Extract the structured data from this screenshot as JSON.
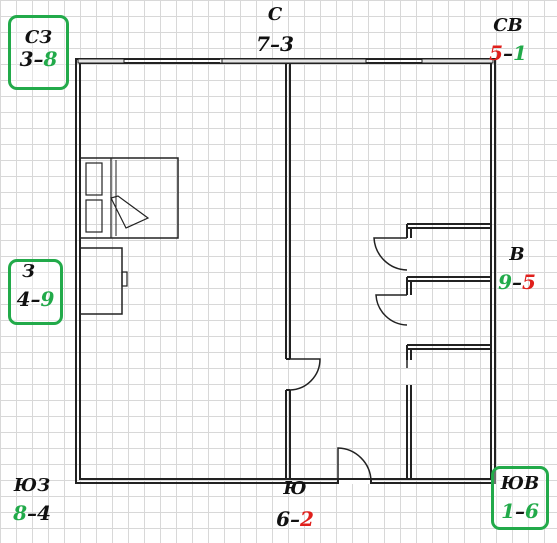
{
  "colors": {
    "black": "#111111",
    "red": "#e0201c",
    "green": "#22aa4a",
    "box": "#22aa4a"
  },
  "zones": {
    "nw": {
      "dir": "СЗ",
      "a": "3",
      "b": "8",
      "a_color": "#111111",
      "b_color": "#22aa4a",
      "sep": "–"
    },
    "n": {
      "dir": "С",
      "a": "7",
      "b": "3",
      "a_color": "#111111",
      "b_color": "#111111",
      "sep": "–"
    },
    "ne": {
      "dir": "СВ",
      "a": "5",
      "b": "1",
      "a_color": "#e0201c",
      "b_color": "#22aa4a",
      "sep": "–"
    },
    "w": {
      "dir": "З",
      "a": "4",
      "b": "9",
      "a_color": "#111111",
      "b_color": "#22aa4a",
      "sep": "–"
    },
    "e": {
      "dir": "В",
      "a": "9",
      "b": "5",
      "a_color": "#22aa4a",
      "b_color": "#e0201c",
      "sep": "–"
    },
    "sw": {
      "dir": "ЮЗ",
      "a": "8",
      "b": "4",
      "a_color": "#22aa4a",
      "b_color": "#111111",
      "sep": "–"
    },
    "s": {
      "dir": "Ю",
      "a": "6",
      "b": "2",
      "a_color": "#111111",
      "b_color": "#e0201c",
      "sep": "–"
    },
    "se": {
      "dir": "ЮВ",
      "a": "1",
      "b": "6",
      "a_color": "#22aa4a",
      "b_color": "#22aa4a",
      "sep": "–"
    }
  }
}
